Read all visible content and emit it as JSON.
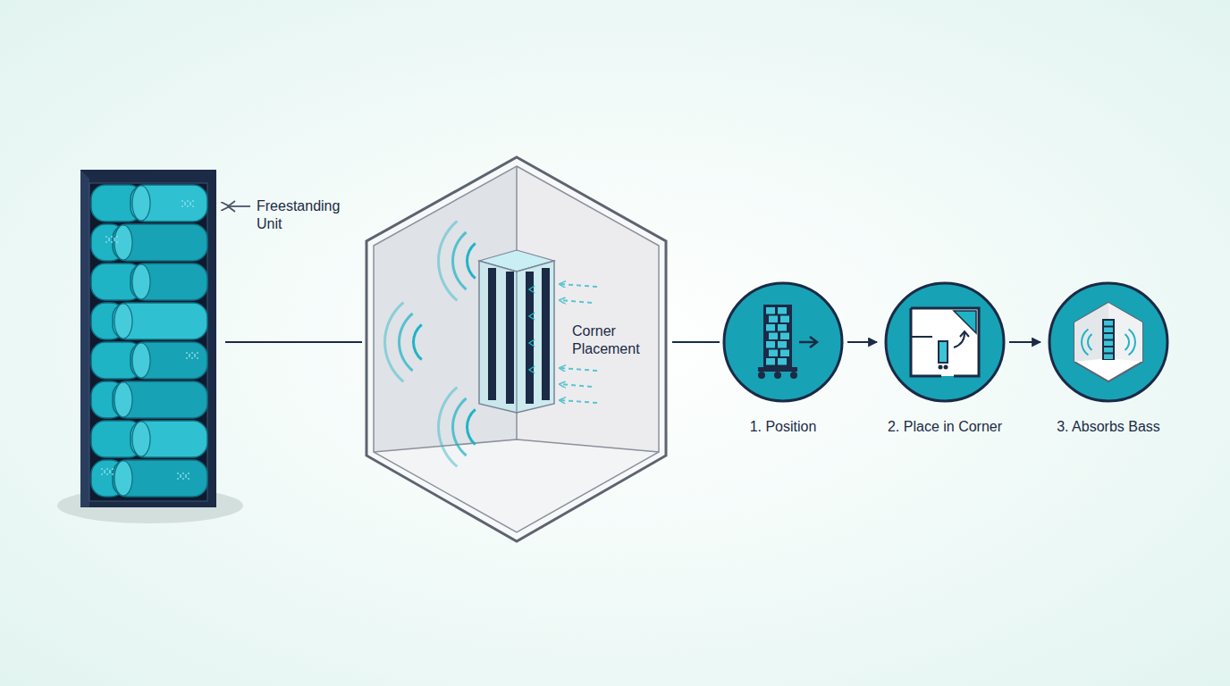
{
  "diagram": {
    "nodes": [
      {
        "text": [
          "Freestanding Unit"
        ]
      },
      {
        "text": [
          "Corner Placement"
        ]
      },
      {
        "text": [
          "1. Position"
        ]
      },
      {
        "text": [
          "2. Place in Corner"
        ]
      },
      {
        "text": [
          "3. Absorbs Bass"
        ]
      }
    ],
    "edges": [
      {
        "from": 0,
        "to": 1,
        "arrow": "none"
      },
      {
        "from": 1,
        "to": 2,
        "arrow": "none"
      },
      {
        "from": 2,
        "to": 3,
        "arrow": "to"
      },
      {
        "from": 3,
        "to": 4,
        "arrow": "to"
      }
    ]
  }
}
